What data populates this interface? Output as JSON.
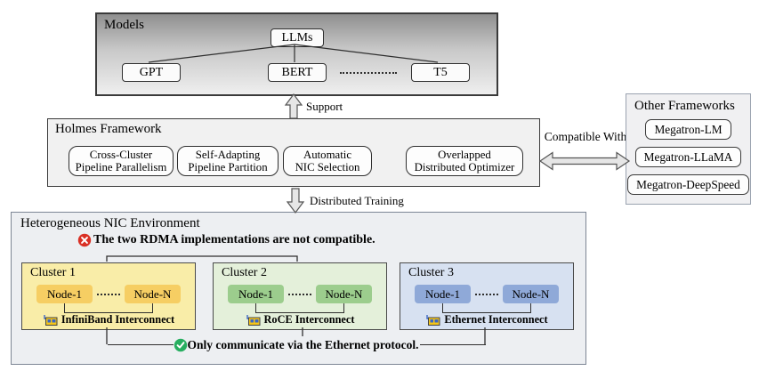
{
  "models": {
    "title": "Models",
    "root": "LLMs",
    "children": [
      "GPT",
      "BERT",
      "T5"
    ]
  },
  "arrows": {
    "support": "Support",
    "distributed": "Distributed Training",
    "compatible": "Compatible With"
  },
  "holmes": {
    "title": "Holmes Framework",
    "features": [
      {
        "line1": "Cross-Cluster",
        "line2": "Pipeline Parallelism"
      },
      {
        "line1": "Self-Adapting",
        "line2": "Pipeline Partition"
      },
      {
        "line1": "Automatic",
        "line2": "NIC Selection"
      },
      {
        "line1": "Overlapped",
        "line2": "Distributed Optimizer"
      }
    ]
  },
  "other_frameworks": {
    "title": "Other Frameworks",
    "items": [
      "Megatron-LM",
      "Megatron-LLaMA",
      "Megatron-DeepSpeed"
    ]
  },
  "env": {
    "title": "Heterogeneous NIC Environment",
    "warning": "The two RDMA implementations are not compatible.",
    "ok": "Only communicate via the Ethernet protocol.",
    "clusters": [
      {
        "title": "Cluster 1",
        "node1": "Node-1",
        "nodeN": "Node-N",
        "interconnect": "InfiniBand Interconnect",
        "bg": "#f9eda8",
        "node_bg": "#f6ce63"
      },
      {
        "title": "Cluster 2",
        "node1": "Node-1",
        "nodeN": "Node-N",
        "interconnect": "RoCE Interconnect",
        "bg": "#e4f0da",
        "node_bg": "#9ccd8d"
      },
      {
        "title": "Cluster 3",
        "node1": "Node-1",
        "nodeN": "Node-N",
        "interconnect": "Ethernet Interconnect",
        "bg": "#d7e1f1",
        "node_bg": "#8fa9d8"
      }
    ]
  },
  "colors": {
    "warning_red": "#d93025",
    "ok_green": "#27ae60",
    "models_gradient_top": "#8f8f8f",
    "models_gradient_bottom": "#efefef",
    "panel_gray": "#f1f1f1",
    "env_gray": "#edeff2",
    "nic_icon_yellow": "#f5c518",
    "nic_icon_blue": "#3b66c4"
  }
}
